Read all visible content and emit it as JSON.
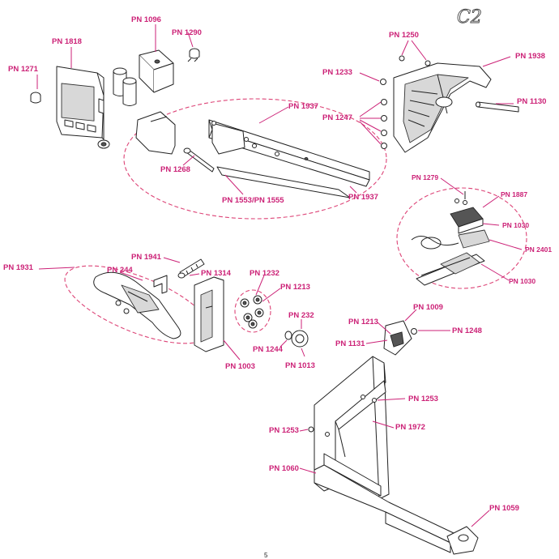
{
  "logo": {
    "text": "C2"
  },
  "page_number": "5",
  "colors": {
    "label": "#cc2277",
    "dashed_outline": "#dd4477",
    "line_art": "#222222"
  },
  "parts": {
    "pn1271": "PN 1271",
    "pn1818": "PN 1818",
    "pn1096": "PN 1096",
    "pn1290": "PN 1290",
    "pn1937_top": "PN 1937",
    "pn1268": "PN 1268",
    "pn1553_1555": "PN 1553/PN 1555",
    "pn1937_bottom": "PN 1937",
    "pn1250": "PN 1250",
    "pn1938": "PN 1938",
    "pn1233": "PN 1233",
    "pn1130": "PN 1130",
    "pn1247": "PN 1247",
    "pn1279": "PN 1279",
    "pn1887": "PN 1887",
    "pn1030_top": "PN 1030",
    "pn2401": "PN 2401",
    "pn1030_bottom": "PN 1030",
    "pn1931": "PN 1931",
    "pn1941": "PN 1941",
    "pn244": "PN 244",
    "pn1314": "PN 1314",
    "pn1232": "PN 1232",
    "pn1213_mid": "PN 1213",
    "pn232": "PN 232",
    "pn1244": "PN 1244",
    "pn1013": "PN 1013",
    "pn1003": "PN 1003",
    "pn1009": "PN 1009",
    "pn1213_right": "PN 1213",
    "pn1248": "PN 1248",
    "pn1131": "PN 1131",
    "pn1253_right": "PN 1253",
    "pn1253_left": "PN 1253",
    "pn1972": "PN 1972",
    "pn1060": "PN 1060",
    "pn1059": "PN 1059"
  }
}
